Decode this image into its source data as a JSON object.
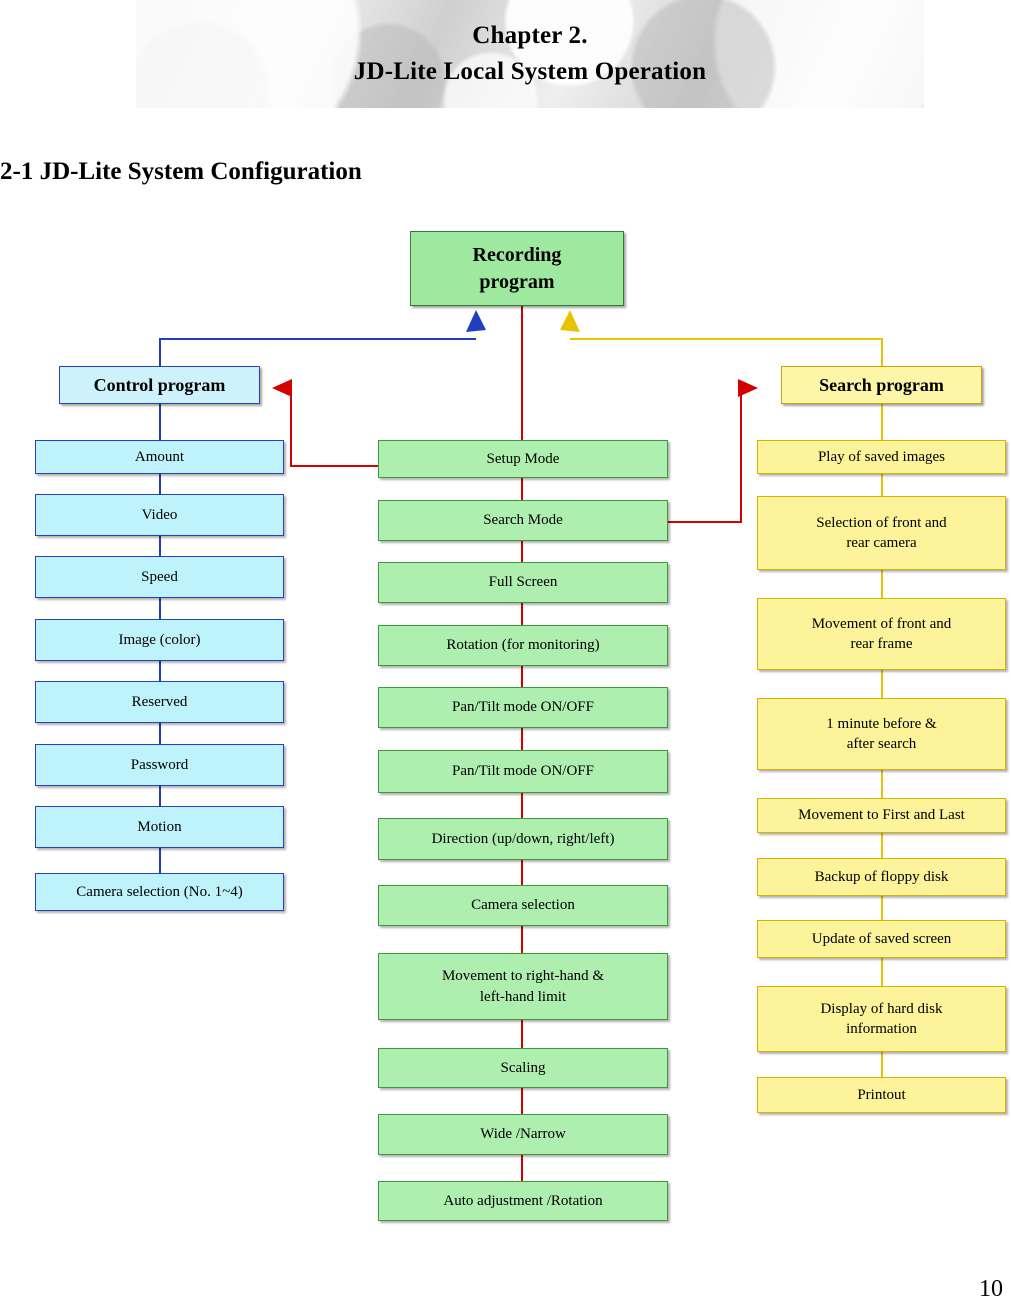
{
  "banner": {
    "line1": "Chapter 2.",
    "line2": "JD-Lite Local System Operation"
  },
  "section_title": "2-1 JD-Lite System Configuration",
  "page_number": "10",
  "diagram": {
    "top_node": "Recording\nprogram",
    "top_node_line1": "Recording",
    "top_node_line2": "program",
    "columns": [
      {
        "id": "control",
        "header": "Control program",
        "items": [
          "Amount",
          "Video",
          "Speed",
          "Image (color)",
          "Reserved",
          "Password",
          "Motion",
          "Camera selection (No. 1~4)"
        ]
      },
      {
        "id": "center",
        "header": "",
        "items": [
          "Setup Mode",
          "Search Mode",
          "Full Screen",
          "Rotation (for monitoring)",
          "Pan/Tilt mode ON/OFF",
          "Pan/Tilt mode ON/OFF",
          "Direction (up/down, right/left)",
          "Camera selection",
          "Movement to right-hand &\nleft-hand limit",
          "Scaling",
          "Wide /Narrow",
          "Auto adjustment /Rotation"
        ]
      },
      {
        "id": "search",
        "header": "Search program",
        "items": [
          "Play of saved images",
          "Selection of front and\nrear camera",
          "Movement of front and\nrear frame",
          "1 minute before &\nafter search",
          "Movement to First and Last",
          "Backup of floppy disk",
          "Update of saved screen",
          "Display of hard disk\ninformation",
          "Printout"
        ]
      }
    ]
  },
  "colors": {
    "green_fill": "#aeeeae",
    "green_border": "#3c9a3c",
    "cyan_fill": "#bff3fb",
    "blue_border": "#2b3fc0",
    "yellow_fill": "#fdf39a",
    "yellow_border": "#d4b400",
    "red_line": "#d40000",
    "blue_line": "#1f3fbf",
    "yellow_line": "#e8c400"
  }
}
